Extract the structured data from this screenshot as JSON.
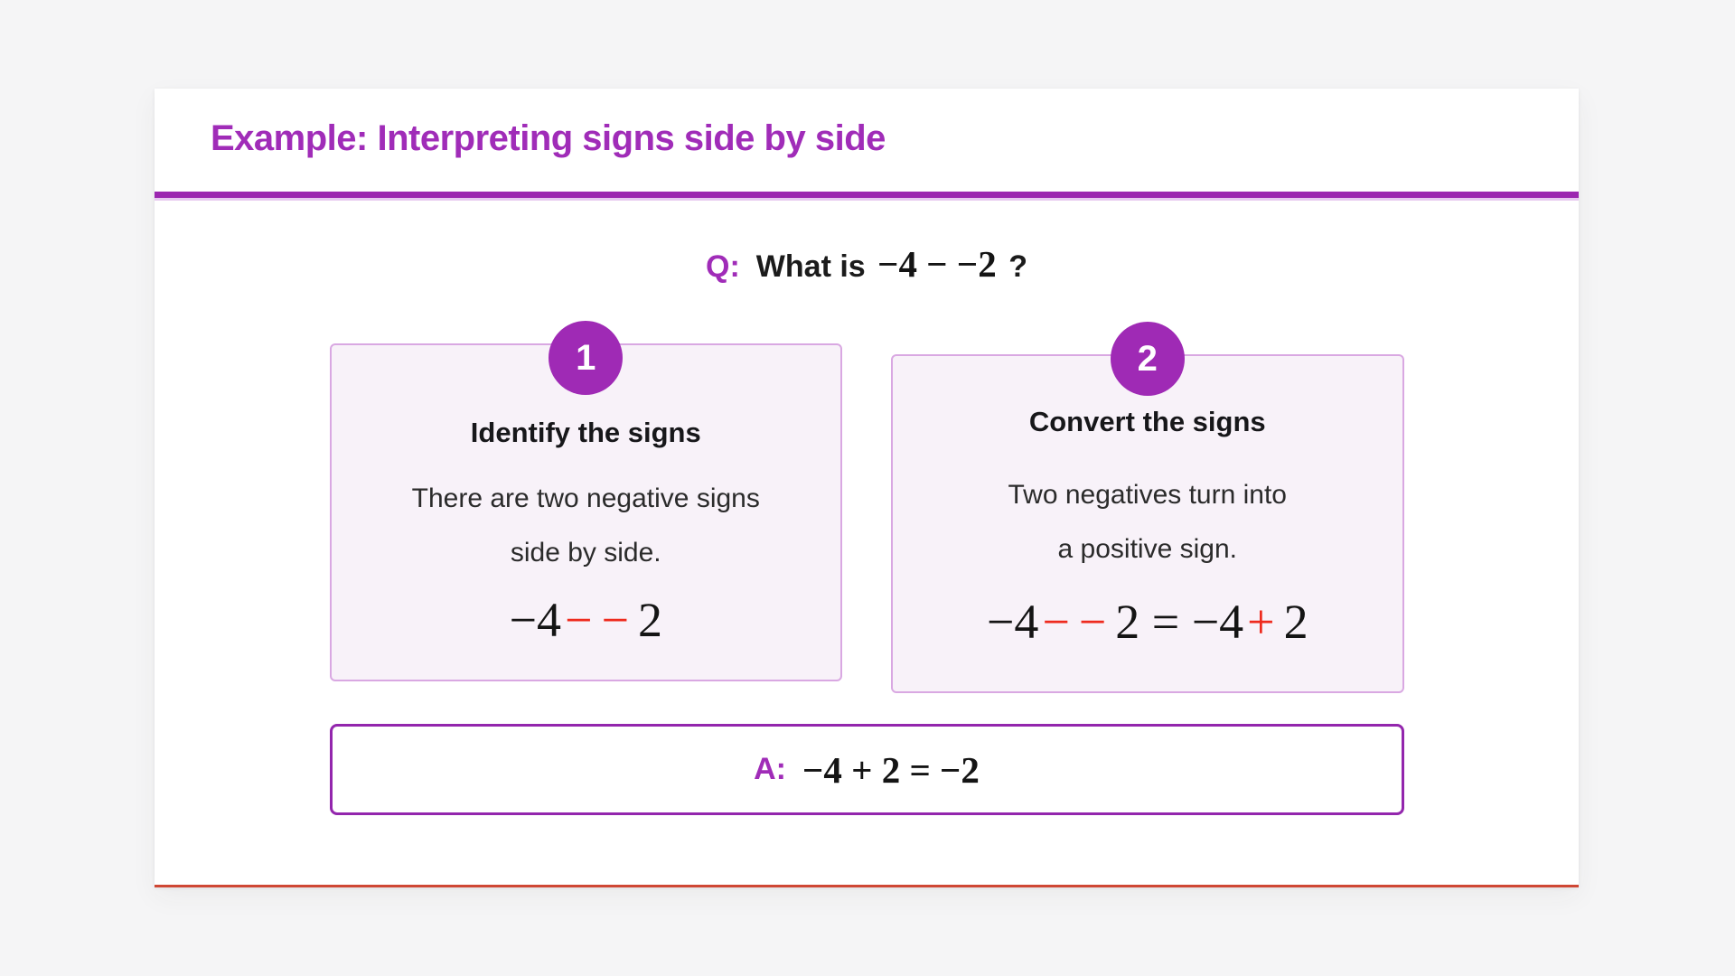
{
  "card": {
    "title": "Example: Interpreting signs side by side"
  },
  "question": {
    "label": "Q:",
    "prefix": "What is",
    "math": "−4 − −2",
    "suffix": "?"
  },
  "steps": [
    {
      "number": "1",
      "title": "Identify the signs",
      "body_lines": [
        "There are two negative signs",
        "side by side."
      ],
      "math": [
        {
          "text": "−4",
          "color": "dark"
        },
        {
          "text": "−−",
          "color": "red"
        },
        {
          "text": "2",
          "color": "dark"
        }
      ]
    },
    {
      "number": "2",
      "title": "Convert the signs",
      "body_lines": [
        "Two negatives turn into",
        "a positive sign."
      ],
      "math": [
        {
          "text": "−4",
          "color": "dark"
        },
        {
          "text": "−−",
          "color": "red"
        },
        {
          "text": "2 = −4",
          "color": "dark"
        },
        {
          "text": "+",
          "color": "red"
        },
        {
          "text": "2",
          "color": "dark"
        }
      ]
    }
  ],
  "answer": {
    "label": "A:",
    "math": "−4 + 2 = −2"
  },
  "colors": {
    "accent_purple": "#a02cb8",
    "divider_purple": "#9c27b0",
    "step_box_background": "#f8f2f9",
    "step_box_border": "#d9a8e2",
    "answer_border": "#9326ad",
    "highlight_red": "#ee2b1e",
    "card_bottom_line": "#cf4734",
    "page_background": "#f5f5f6"
  }
}
